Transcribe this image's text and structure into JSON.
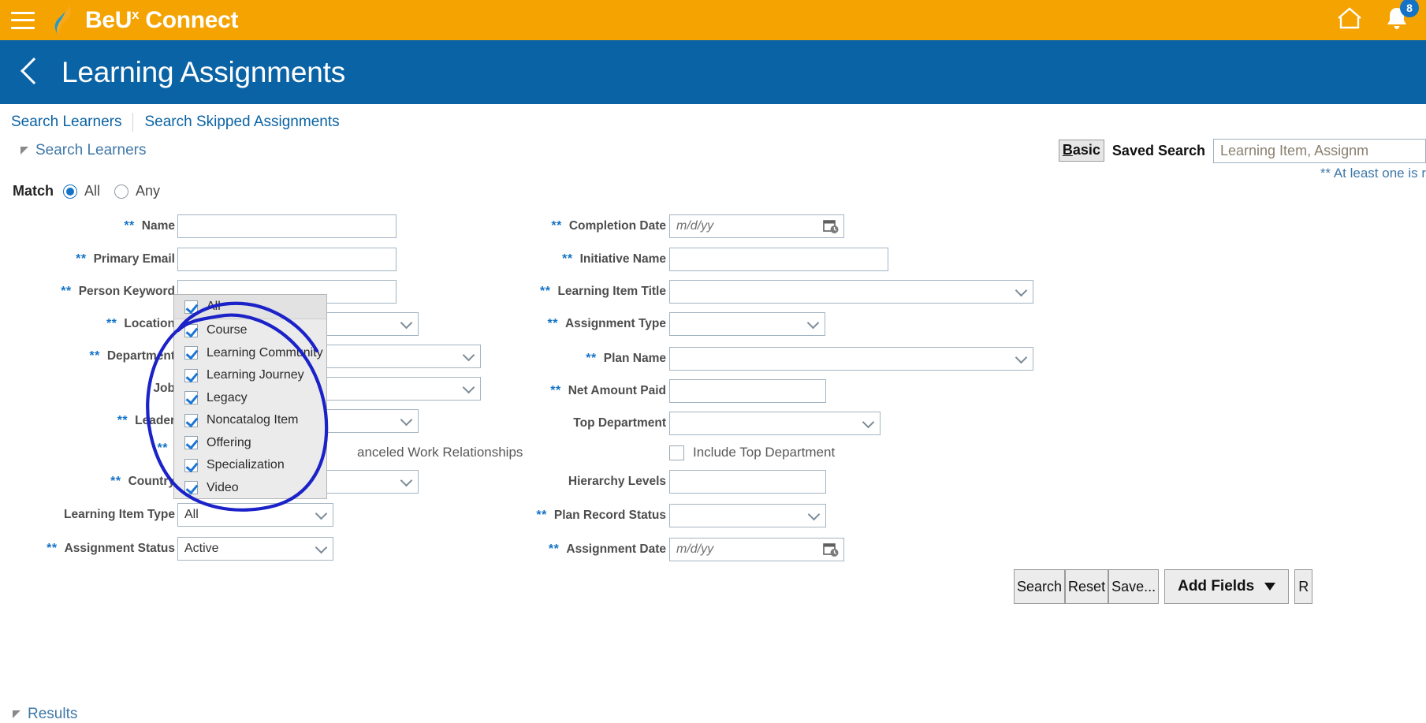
{
  "global_header": {
    "menu_icon": "hamburger-menu-icon",
    "brand_prefix": "BeU",
    "brand_sup": "x",
    "brand_suffix": "Connect",
    "home_icon": "home-icon",
    "bell_icon": "notification-bell-icon",
    "notification_count": "8",
    "bg_color": "#f5a300"
  },
  "page_title_bar": {
    "back_icon": "back-chevron-icon",
    "title": "Learning Assignments",
    "bg_color": "#0a63a5"
  },
  "sub_tabs": [
    {
      "label": "Search Learners"
    },
    {
      "label": "Search Skipped Assignments"
    }
  ],
  "section": {
    "disclosure_icon": "disclosure-triangle-icon",
    "title": "Search Learners"
  },
  "search_mode": {
    "basic_button_first_letter": "B",
    "basic_button_rest": "asic",
    "saved_search_label": "Saved Search",
    "saved_search_value": "",
    "saved_search_placeholder": "Learning Item, Assignm"
  },
  "required_note": "** At least one is r",
  "match": {
    "label": "Match",
    "options": [
      {
        "label": "All",
        "selected": true
      },
      {
        "label": "Any",
        "selected": false
      }
    ]
  },
  "left_fields": [
    {
      "label": "Name",
      "required": true,
      "type": "text",
      "value": ""
    },
    {
      "label": "Primary Email",
      "required": true,
      "type": "text",
      "value": ""
    },
    {
      "label": "Person Keyword",
      "required": true,
      "type": "text",
      "value": ""
    },
    {
      "label": "Location",
      "required": true,
      "type": "select",
      "value": ""
    },
    {
      "label": "Department",
      "required": true,
      "type": "select",
      "value": ""
    },
    {
      "label": "Job",
      "required": false,
      "type": "select",
      "value": ""
    },
    {
      "label": "Leader",
      "required": true,
      "type": "select",
      "value": ""
    },
    {
      "label": "Country",
      "required": true,
      "type": "select",
      "value": ""
    },
    {
      "label": "Learning Item Type",
      "required": false,
      "type": "select",
      "value": "All"
    },
    {
      "label": "Assignment Status",
      "required": true,
      "type": "select",
      "value": "Active"
    }
  ],
  "left_checkbox": {
    "label": "Include Canceled Work Relationships",
    "visible_label": "anceled Work Relationships",
    "checked": false
  },
  "right_fields": [
    {
      "label": "Completion Date",
      "required": true,
      "type": "date",
      "value": "",
      "placeholder": "m/d/yy"
    },
    {
      "label": "Initiative Name",
      "required": true,
      "type": "text",
      "value": ""
    },
    {
      "label": "Learning Item Title",
      "required": true,
      "type": "select",
      "value": ""
    },
    {
      "label": "Assignment Type",
      "required": true,
      "type": "select",
      "value": ""
    },
    {
      "label": "Plan Name",
      "required": true,
      "type": "select",
      "value": ""
    },
    {
      "label": "Net Amount Paid",
      "required": true,
      "type": "text",
      "value": ""
    },
    {
      "label": "Top Department",
      "required": false,
      "type": "select",
      "value": ""
    },
    {
      "label": "Hierarchy Levels",
      "required": false,
      "type": "text",
      "value": ""
    },
    {
      "label": "Plan Record Status",
      "required": true,
      "type": "select",
      "value": ""
    },
    {
      "label": "Assignment Date",
      "required": true,
      "type": "date",
      "value": "",
      "placeholder": "m/d/yy"
    }
  ],
  "right_checkbox": {
    "label": "Include Top Department",
    "checked": false
  },
  "type_dropdown": {
    "items": [
      {
        "label": "All",
        "checked": true,
        "is_header": true
      },
      {
        "label": "Course",
        "checked": true,
        "is_header": false
      },
      {
        "label": "Learning Community",
        "checked": true,
        "is_header": false
      },
      {
        "label": "Learning Journey",
        "checked": true,
        "is_header": false
      },
      {
        "label": "Legacy",
        "checked": true,
        "is_header": false
      },
      {
        "label": "Noncatalog Item",
        "checked": true,
        "is_header": false
      },
      {
        "label": "Offering",
        "checked": true,
        "is_header": false
      },
      {
        "label": "Specialization",
        "checked": true,
        "is_header": false
      },
      {
        "label": "Video",
        "checked": true,
        "is_header": false
      }
    ]
  },
  "annotation": {
    "shape": "hand-drawn-blue-circle",
    "color": "#1a22c8"
  },
  "action_buttons": [
    {
      "label": "Search",
      "style": "small"
    },
    {
      "label": "Reset",
      "style": "small"
    },
    {
      "label": "Save...",
      "style": "small"
    },
    {
      "label": "Add Fields",
      "style": "wide",
      "caret_icon": "caret-down-icon"
    },
    {
      "label": "R",
      "style": "trailing"
    }
  ],
  "results_section": {
    "disclosure_icon": "disclosure-triangle-icon",
    "label": "Results"
  }
}
